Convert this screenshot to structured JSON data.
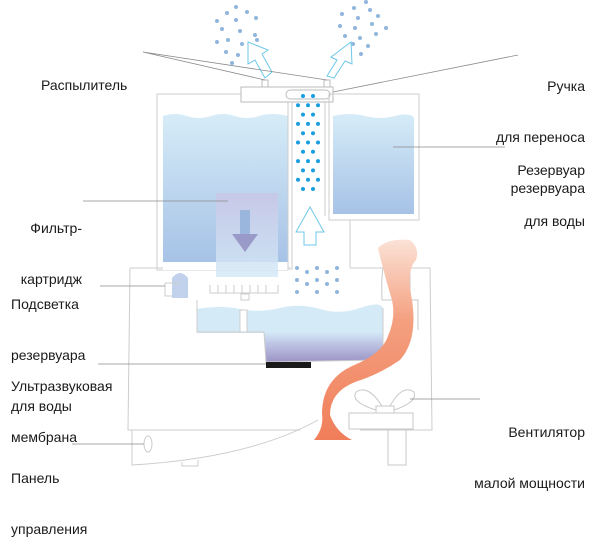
{
  "title": "Схема ультразвукового увлажнителя воздуха",
  "colors": {
    "outline": "#c8c8c8",
    "leader": "#8a8a8a",
    "water_top": "#d4eaf7",
    "water_bottom": "#a9c6e8",
    "mist_dot": "#8fb6dc",
    "column_dot": "#1a9ee0",
    "arrow_outline": "#6ec8e8",
    "membrane_purple": "#9f97c8",
    "membrane_black": "#1a1a1a",
    "air_flow": "#f08a68",
    "filter_arrow": "#9a9ac8",
    "text": "#1a1a1a"
  },
  "labels": {
    "sprayer": {
      "lines": [
        "Распылитель"
      ]
    },
    "handle": {
      "lines": [
        "Ручка",
        "для переноса",
        "резервуара"
      ]
    },
    "reservoir": {
      "lines": [
        "Резервуар",
        "для воды"
      ]
    },
    "filter": {
      "lines": [
        "Фильтр-",
        "картридж"
      ]
    },
    "backlight": {
      "lines": [
        "Подсветка",
        "резервуара",
        "для воды"
      ]
    },
    "membrane": {
      "lines": [
        "Ультразвуковая",
        "мембрана"
      ]
    },
    "fan": {
      "lines": [
        "Вентилятор",
        "малой мощности"
      ]
    },
    "panel": {
      "lines": [
        "Панель",
        "управления"
      ]
    }
  }
}
